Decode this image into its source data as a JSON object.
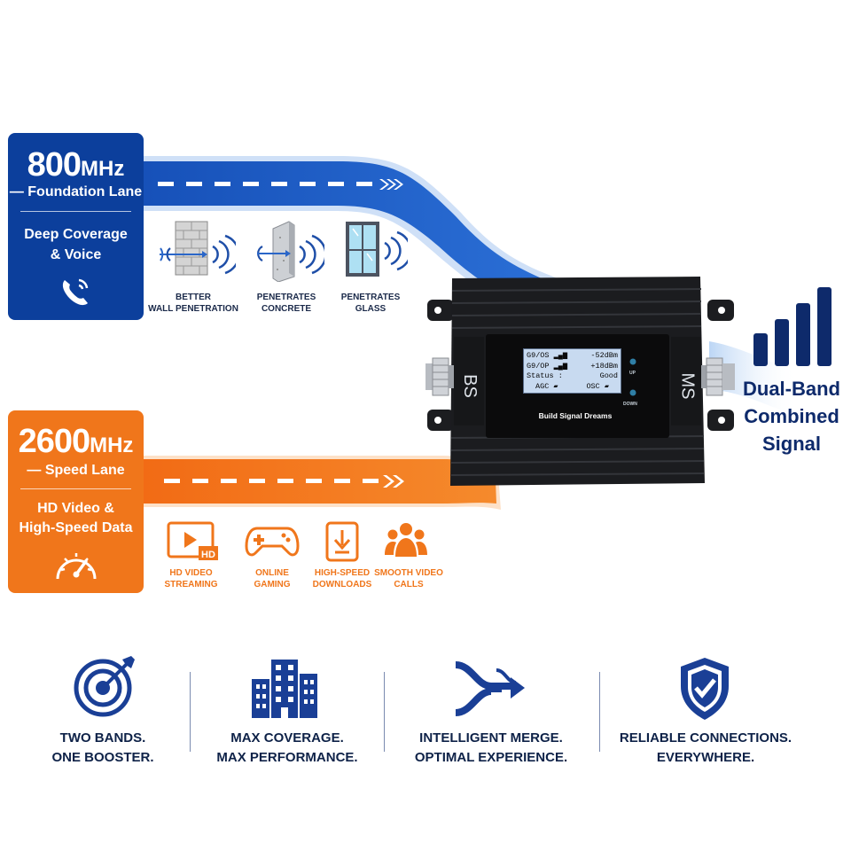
{
  "band_low": {
    "freq_number": "800",
    "freq_unit": "MHz",
    "lane": "— Foundation Lane",
    "desc_line1": "Deep Coverage",
    "desc_line2": "& Voice",
    "icon": "phone-ringing-icon",
    "features": [
      {
        "icon": "brick-wall-icon",
        "line1": "BETTER",
        "line2": "WALL PENETRATION"
      },
      {
        "icon": "concrete-block-icon",
        "line1": "PENETRATES",
        "line2": "CONCRETE"
      },
      {
        "icon": "glass-window-icon",
        "line1": "PENETRATES",
        "line2": "GLASS"
      }
    ]
  },
  "band_high": {
    "freq_number": "2600",
    "freq_unit": "MHz",
    "lane": "— Speed Lane",
    "desc_line1": "HD Video &",
    "desc_line2": "High-Speed Data",
    "icon": "speedometer-icon",
    "features": [
      {
        "icon": "hd-video-icon",
        "line1": "HD VIDEO",
        "line2": "STREAMING",
        "badge": "HD"
      },
      {
        "icon": "gamepad-icon",
        "line1": "ONLINE",
        "line2": "GAMING"
      },
      {
        "icon": "download-icon",
        "line1": "HIGH-SPEED",
        "line2": "DOWNLOADS"
      },
      {
        "icon": "group-call-icon",
        "line1": "SMOOTH VIDEO",
        "line2": "CALLS"
      }
    ]
  },
  "device": {
    "port_left": "BS",
    "port_right": "MS",
    "led_up": "UP",
    "led_down": "DOWN",
    "brand": "Build Signal Dreams",
    "lcd": [
      {
        "label": "G9/OS",
        "value": "-52dBm"
      },
      {
        "label": "G9/OP",
        "value": "+18dBm"
      },
      {
        "label": "Status :",
        "value": "Good"
      },
      {
        "label": "AGC",
        "value": "OSC"
      }
    ]
  },
  "combined": {
    "line1": "Dual-Band",
    "line2": "Combined",
    "line3": "Signal",
    "icon": "signal-bars-icon"
  },
  "benefits": [
    {
      "icon": "target-icon",
      "line1": "TWO BANDS.",
      "line2": "ONE BOOSTER."
    },
    {
      "icon": "buildings-icon",
      "line1": "MAX COVERAGE.",
      "line2": "MAX PERFORMANCE."
    },
    {
      "icon": "merge-arrows-icon",
      "line1": "INTELLIGENT MERGE.",
      "line2": "OPTIMAL EXPERIENCE."
    },
    {
      "icon": "shield-check-icon",
      "line1": "RELIABLE CONNECTIONS.",
      "line2": "EVERYWHERE."
    }
  ],
  "colors": {
    "blue": "#0c3f9c",
    "orange": "#f0761b",
    "navy": "#0e2248"
  }
}
